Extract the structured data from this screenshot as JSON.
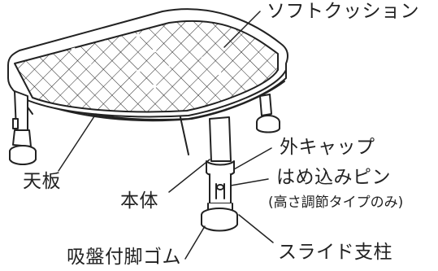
{
  "labels": {
    "soft_cushion": "ソフトクッション",
    "outer_cap": "外キャップ",
    "fit_pin": "はめ込みピン",
    "fit_pin_note": "(高さ調節タイプのみ)",
    "top_board": "天板",
    "main_body": "本体",
    "suction_rubber": "吸盤付脚ゴム",
    "slide_post": "スライド支柱"
  },
  "colors": {
    "line": "#222222",
    "background": "#ffffff"
  }
}
